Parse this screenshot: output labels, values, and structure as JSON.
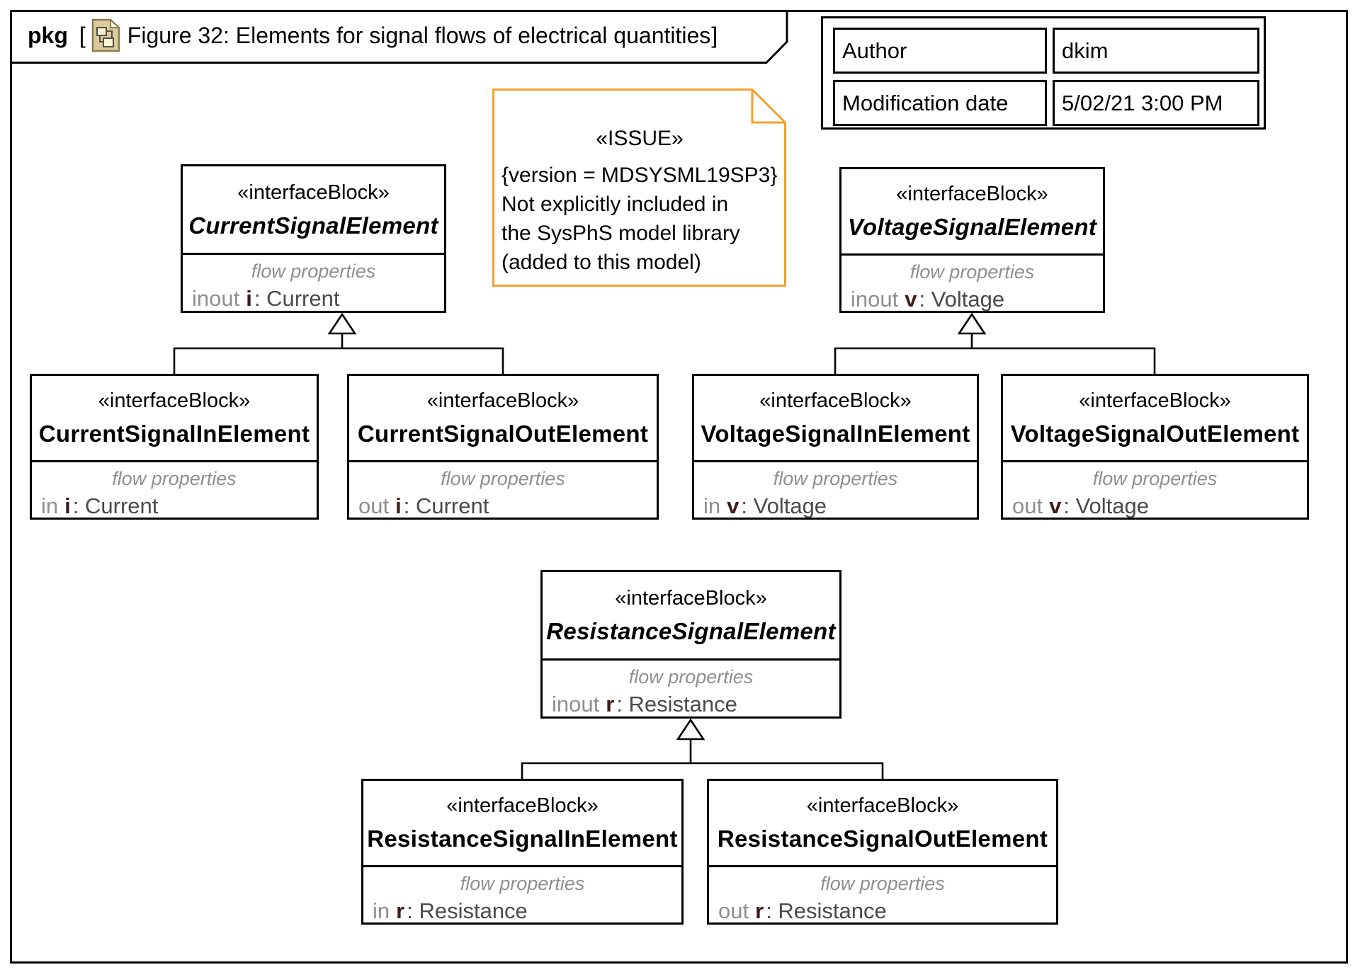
{
  "header": {
    "keyword": "pkg",
    "open_bracket": "[",
    "title": "Figure 32: Elements for signal flows of electrical quantities",
    "close_bracket": "]",
    "icon": "package-diagram-icon"
  },
  "info_table": {
    "rows": [
      {
        "label": "Author",
        "value": "dkim"
      },
      {
        "label": "Modification date",
        "value": "5/02/21 3:00 PM"
      }
    ]
  },
  "note": {
    "stereotype": "«ISSUE»",
    "constraint": "{version = MDSYSML19SP3}",
    "lines": [
      "Not explicitly included in",
      "the SysPhS model library",
      "(added to this model)"
    ]
  },
  "blocks": {
    "current_parent": {
      "stereotype": "«interfaceBlock»",
      "name": "CurrentSignalElement",
      "compartment": "flow properties",
      "direction": "inout",
      "prop": "i",
      "type": ": Current"
    },
    "current_in": {
      "stereotype": "«interfaceBlock»",
      "name": "CurrentSignalInElement",
      "compartment": "flow properties",
      "direction": "in",
      "prop": "i",
      "type": ": Current"
    },
    "current_out": {
      "stereotype": "«interfaceBlock»",
      "name": "CurrentSignalOutElement",
      "compartment": "flow properties",
      "direction": "out",
      "prop": "i",
      "type": ": Current"
    },
    "voltage_parent": {
      "stereotype": "«interfaceBlock»",
      "name": "VoltageSignalElement",
      "compartment": "flow properties",
      "direction": "inout",
      "prop": "v",
      "type": ": Voltage"
    },
    "voltage_in": {
      "stereotype": "«interfaceBlock»",
      "name": "VoltageSignalInElement",
      "compartment": "flow properties",
      "direction": "in",
      "prop": "v",
      "type": ": Voltage"
    },
    "voltage_out": {
      "stereotype": "«interfaceBlock»",
      "name": "VoltageSignalOutElement",
      "compartment": "flow properties",
      "direction": "out",
      "prop": "v",
      "type": ": Voltage"
    },
    "resistance_parent": {
      "stereotype": "«interfaceBlock»",
      "name": "ResistanceSignalElement",
      "compartment": "flow properties",
      "direction": "inout",
      "prop": "r",
      "type": ": Resistance"
    },
    "resistance_in": {
      "stereotype": "«interfaceBlock»",
      "name": "ResistanceSignalInElement",
      "compartment": "flow properties",
      "direction": "in",
      "prop": "r",
      "type": ": Resistance"
    },
    "resistance_out": {
      "stereotype": "«interfaceBlock»",
      "name": "ResistanceSignalOutElement",
      "compartment": "flow properties",
      "direction": "out",
      "prop": "r",
      "type": ": Resistance"
    }
  },
  "colors": {
    "note_border": "#F5A02D",
    "direction_text": "#8F8F8F",
    "property_name_text": "#3F1A1A",
    "property_type_text": "#4A4A4A",
    "compartment_label_text": "#8F8F8F",
    "icon_tan": "#D9CB9E",
    "line": "#000000"
  }
}
